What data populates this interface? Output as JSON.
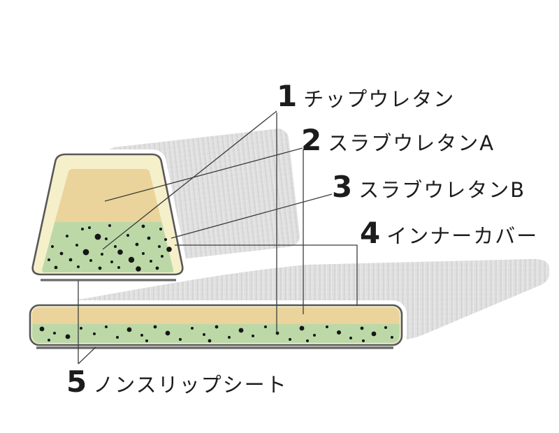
{
  "figure": {
    "type": "product-layer-cross-section",
    "labels": [
      {
        "number": "1",
        "name": "チップウレタン"
      },
      {
        "number": "2",
        "name": "スラブウレタンA"
      },
      {
        "number": "3",
        "name": "スラブウレタンB"
      },
      {
        "number": "4",
        "name": "インナーカバー"
      },
      {
        "number": "5",
        "name": "ノンスリップシート"
      }
    ],
    "legend": {
      "1": "green dotted layer (both cushions)",
      "2": "tan layer (both cushions)",
      "3": "cream outer shell",
      "4": "dark outline cover",
      "5": "dark sheet line under each cushion"
    },
    "colors": {
      "chip_urethane_green": "#bcd8a7",
      "slab_urethane_a_tan": "#ead49b",
      "slab_urethane_b_cream": "#f5efca",
      "inner_cover_outline": "#58585a",
      "nonslip_sheet": "#6a6a6a",
      "shadow_gray": "#dfdfdf",
      "leader_line": "#3c3c3c",
      "text": "#1c1c1c",
      "background": "#ffffff"
    }
  }
}
